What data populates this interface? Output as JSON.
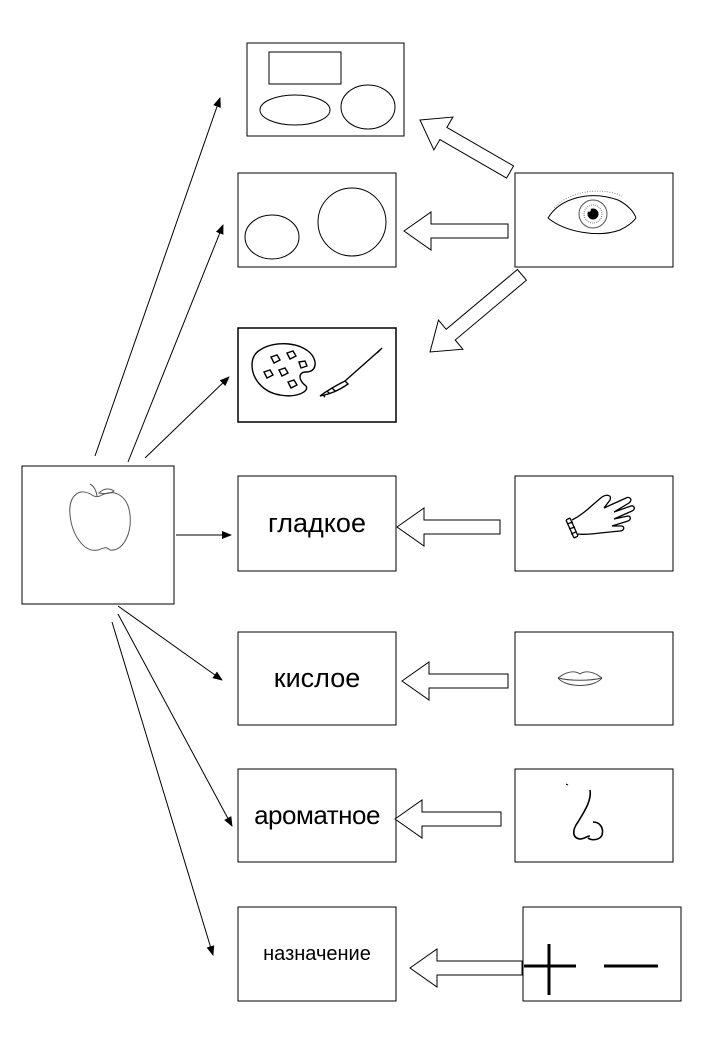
{
  "diagram": {
    "labels": {
      "smooth": "гладкое",
      "sour": "кислое",
      "aromatic": "ароматное",
      "purpose": "назначение"
    },
    "icons": {
      "subject": "apple-icon",
      "shape": "shapes-icon",
      "size": "circles-icon",
      "color": "palette-brush-icon",
      "sight": "eye-icon",
      "touch": "hand-icon",
      "taste": "lips-icon",
      "smell": "nose-icon",
      "calc": "plus-minus-icon"
    },
    "colors": {
      "stroke": "#000000",
      "fill": "#ffffff"
    }
  }
}
